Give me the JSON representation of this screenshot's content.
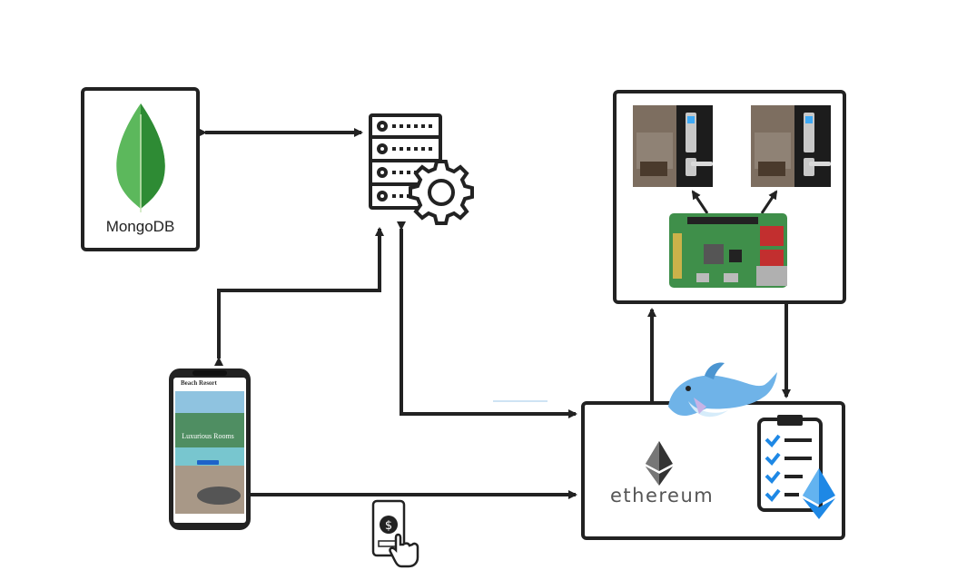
{
  "mongodb": {
    "label": "MongoDB",
    "icon": "mongodb-leaf-icon"
  },
  "server": {
    "icon": "server-gear-icon"
  },
  "iot": {
    "door_locks": [
      "smart-door-lock-photo",
      "smart-door-lock-photo"
    ],
    "board": "raspberry-pi-board"
  },
  "ethereum": {
    "label": "ethereum",
    "icon": "ethereum-logo-icon",
    "contract_icon": "smart-contract-checklist-icon",
    "mascot": "docker-dolphin-mascot"
  },
  "mobile_app": {
    "brand": "Beach Resort",
    "hero_text": "Luxurious Rooms",
    "icon": "smartphone-app-icon"
  },
  "payment": {
    "icon": "tap-to-pay-icon"
  },
  "colors": {
    "line": "#222222",
    "mongo_green_dark": "#2e8b34",
    "mongo_green_light": "#5cb85c",
    "eth_blue": "#1e88e5",
    "dolphin": "#6fb3e8"
  }
}
